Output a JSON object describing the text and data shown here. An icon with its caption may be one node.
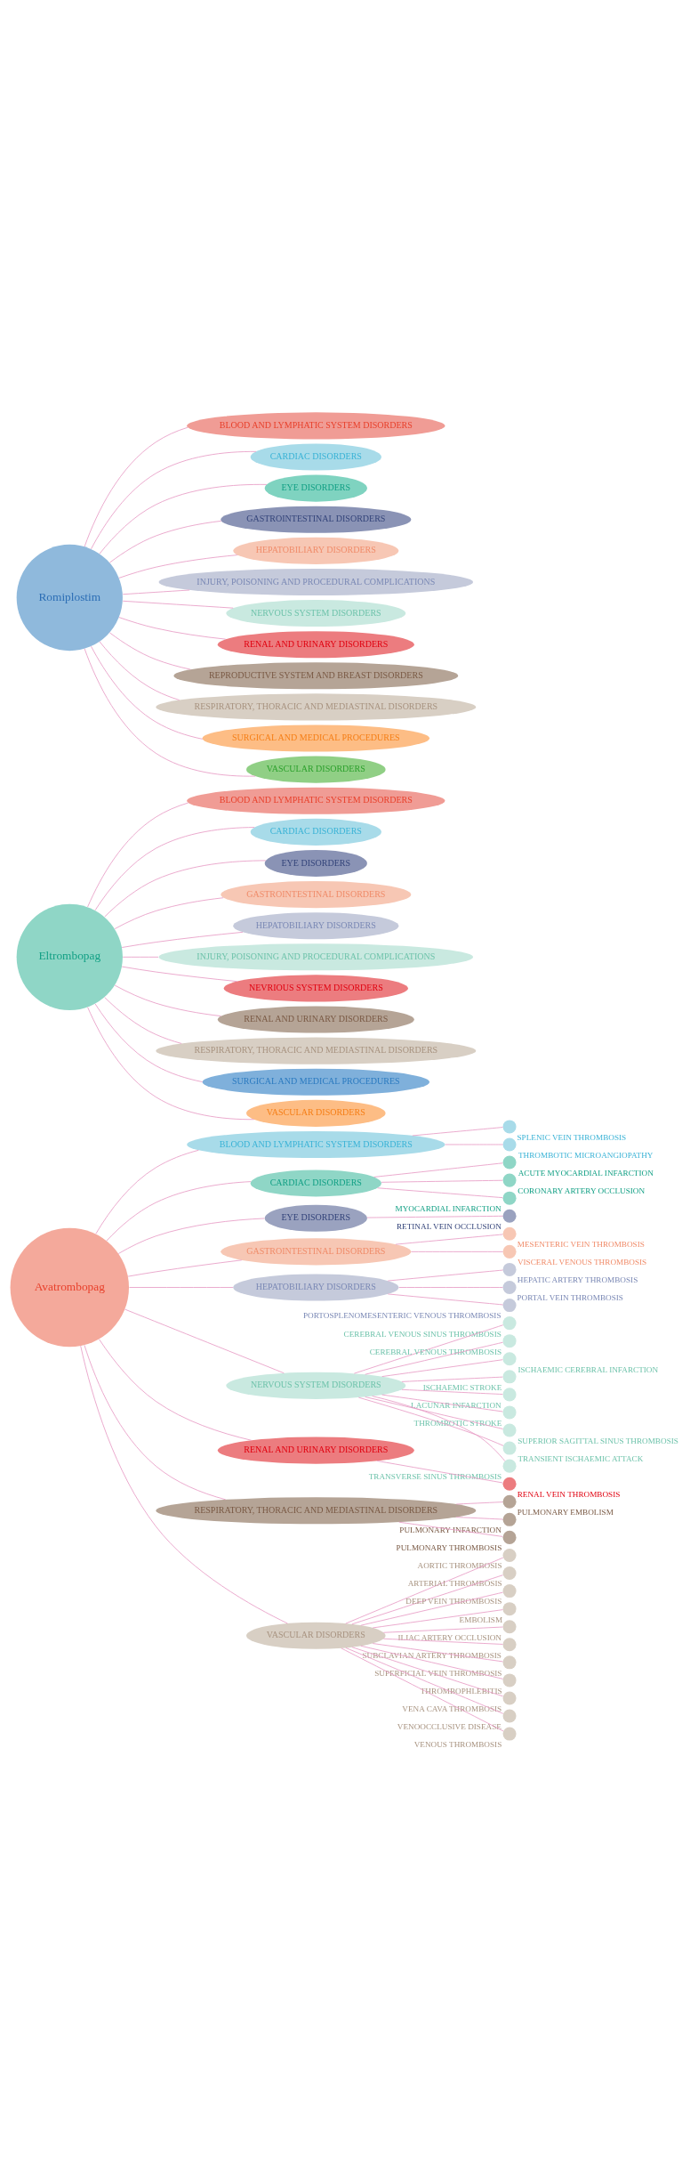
{
  "diagram": {
    "nodes": [
      {
        "text": [
          "Avatrombopag"
        ]
      },
      {
        "text": [
          "BLOOD AND LYMPHATIC SYSTEM DISORDERS"
        ]
      },
      {
        "text": [
          "CARDIAC DISORDERS"
        ]
      },
      {
        "text": [
          "EYE DISORDERS"
        ]
      },
      {
        "text": [
          "GASTROINTESTINAL DISORDERS"
        ]
      },
      {
        "text": [
          "HEPATOBILIARY DISORDERS"
        ]
      },
      {
        "text": [
          "NERVOUS SYSTEM DISORDERS"
        ]
      },
      {
        "text": [
          "RENAL AND URINARY DISORDERS"
        ]
      },
      {
        "text": [
          "RESPIRATORY, THORACIC AND MEDIASTINAL DISORDERS"
        ]
      },
      {
        "text": [
          "VASCULAR DISORDERS"
        ]
      },
      {
        "text": [],
        "shape": "circle",
        "beside": [
          "SPLENIC VEIN THROMBOSIS"
        ]
      },
      {
        "text": [],
        "shape": "circle",
        "beside": [
          "THROMBOTIC MICROANGIOPATHY"
        ]
      },
      {
        "text": [],
        "shape": "circle",
        "beside": [
          "ACUTE MYOCARDIAL INFARCTION"
        ]
      },
      {
        "text": [],
        "shape": "circle",
        "beside": [
          "CORONARY ARTERY OCCLUSION"
        ]
      },
      {
        "text": [],
        "shape": "circle",
        "beside": [
          "MYOCARDIAL INFARCTION"
        ]
      },
      {
        "text": [],
        "shape": "circle",
        "beside": [
          "RETINAL VEIN OCCLUSION"
        ]
      },
      {
        "text": [],
        "shape": "circle",
        "beside": [
          "MESENTERIC VEIN THROMBOSIS"
        ]
      },
      {
        "text": [],
        "shape": "circle",
        "beside": [
          "VISCERAL VENOUS THROMBOSIS"
        ]
      },
      {
        "text": [],
        "shape": "circle",
        "beside": [
          "HEPATIC ARTERY THROMBOSIS"
        ]
      },
      {
        "text": [],
        "shape": "circle",
        "beside": [
          "PORTAL VEIN THROMBOSIS"
        ]
      },
      {
        "text": [],
        "shape": "circle",
        "beside": [
          "PORTOSPLENOMESENTERIC VENOUS THROMBOSIS"
        ]
      },
      {
        "text": [],
        "shape": "circle",
        "beside": [
          "CEREBRAL VENOUS SINUS THROMBOSIS"
        ]
      },
      {
        "text": [],
        "shape": "circle",
        "beside": [
          "CEREBRAL VENOUS THROMBOSIS"
        ]
      },
      {
        "text": [],
        "shape": "circle",
        "beside": [
          "ISCHAEMIC CEREBRAL INFARCTION"
        ]
      },
      {
        "text": [],
        "shape": "circle",
        "beside": [
          "ISCHAEMIC STROKE"
        ]
      },
      {
        "text": [],
        "shape": "circle",
        "beside": [
          "LACUNAR INFARCTION"
        ]
      },
      {
        "text": [],
        "shape": "circle",
        "beside": [
          "THROMBOTIC STROKE"
        ]
      },
      {
        "text": [],
        "shape": "circle",
        "beside": [
          "SUPERIOR SAGITTAL SINUS THROMBOSIS"
        ]
      },
      {
        "text": [],
        "shape": "circle",
        "beside": [
          "TRANSIENT ISCHAEMIC ATTACK"
        ]
      },
      {
        "text": [],
        "shape": "circle",
        "beside": [
          "TRANSVERSE SINUS THROMBOSIS"
        ]
      },
      {
        "text": [],
        "shape": "circle",
        "beside": [
          "RENAL VEIN THROMBOSIS"
        ]
      },
      {
        "text": [],
        "shape": "circle",
        "beside": [
          "PULMONARY EMBOLISM"
        ]
      },
      {
        "text": [],
        "shape": "circle",
        "beside": [
          "PULMONARY INFARCTION"
        ]
      },
      {
        "text": [],
        "shape": "circle",
        "beside": [
          "PULMONARY THROMBOSIS"
        ]
      },
      {
        "text": [],
        "shape": "circle",
        "beside": [
          "AORTIC THROMBOSIS"
        ]
      },
      {
        "text": [],
        "shape": "circle",
        "beside": [
          "ARTERIAL THROMBOSIS"
        ]
      },
      {
        "text": [],
        "shape": "circle",
        "beside": [
          "DEEP VEIN THROMBOSIS"
        ]
      },
      {
        "text": [],
        "shape": "circle",
        "beside": [
          "EMBOLISM"
        ]
      },
      {
        "text": [],
        "shape": "circle",
        "beside": [
          "ILIAC ARTERY OCCLUSION"
        ]
      },
      {
        "text": [],
        "shape": "circle",
        "beside": [
          "SUBCLAVIAN ARTERY THROMBOSIS"
        ]
      },
      {
        "text": [],
        "shape": "circle",
        "beside": [
          "SUPERFICIAL VEIN THROMBOSIS"
        ]
      },
      {
        "text": [],
        "shape": "circle",
        "beside": [
          "THROMBOPHLEBITIS"
        ]
      },
      {
        "text": [],
        "shape": "circle",
        "beside": [
          "VENA CAVA THROMBOSIS"
        ]
      },
      {
        "text": [],
        "shape": "circle",
        "beside": [
          "VENOOCCLUSIVE DISEASE"
        ]
      },
      {
        "text": [],
        "shape": "circle",
        "beside": [
          "VENOUS THROMBOSIS"
        ]
      },
      {
        "text": [
          "Eltrombopag"
        ]
      },
      {
        "text": [
          "BLOOD AND LYMPHATIC SYSTEM DISORDERS"
        ]
      },
      {
        "text": [
          "CARDIAC DISORDERS"
        ]
      },
      {
        "text": [
          "EYE DISORDERS"
        ]
      },
      {
        "text": [
          "GASTROINTESTINAL DISORDERS"
        ]
      },
      {
        "text": [
          "HEPATOBILIARY DISORDERS"
        ]
      },
      {
        "text": [
          "INJURY, POISONING AND PROCEDURAL COMPLICATIONS"
        ]
      },
      {
        "text": [
          "NEVRIOUS SYSTEM DISORDERS"
        ]
      },
      {
        "text": [
          "RENAL AND URINARY DISORDERS"
        ]
      },
      {
        "text": [
          "RESPIRATORY, THORACIC AND MEDIASTINAL DISORDERS"
        ]
      },
      {
        "text": [
          "SURGICAL AND MEDICAL PROCEDURES"
        ]
      },
      {
        "text": [
          "VASCULAR DISORDERS"
        ]
      },
      {
        "text": [
          "Romiplostim"
        ]
      },
      {
        "text": [
          "BLOOD AND LYMPHATIC SYSTEM DISORDERS"
        ]
      },
      {
        "text": [
          "CARDIAC DISORDERS"
        ]
      },
      {
        "text": [
          "EYE DISORDERS"
        ]
      },
      {
        "text": [
          "GASTROINTESTINAL DISORDERS"
        ]
      },
      {
        "text": [
          "HEPATOBILIARY DISORDERS"
        ]
      },
      {
        "text": [
          "INJURY, POISONING AND PROCEDURAL COMPLICATIONS"
        ]
      },
      {
        "text": [
          "NERVOUS SYSTEM DISORDERS"
        ]
      },
      {
        "text": [
          "RENAL AND URINARY DISORDERS"
        ]
      },
      {
        "text": [
          "REPRODUCTIVE SYSTEM AND BREAST DISORDERS"
        ]
      },
      {
        "text": [
          "RESPIRATORY, THORACIC AND MEDIASTINAL DISORDERS"
        ]
      },
      {
        "text": [
          "SURGICAL AND MEDICAL PROCEDURES"
        ]
      },
      {
        "text": [
          "VASCULAR DISORDERS"
        ]
      }
    ],
    "edges": [
      {
        "from": 0,
        "to": 1,
        "arrow": "none"
      },
      {
        "from": 0,
        "to": 2,
        "arrow": "none"
      },
      {
        "from": 0,
        "to": 3,
        "arrow": "none"
      },
      {
        "from": 0,
        "to": 4,
        "arrow": "none"
      },
      {
        "from": 0,
        "to": 5,
        "arrow": "none"
      },
      {
        "from": 0,
        "to": 6,
        "arrow": "none"
      },
      {
        "from": 0,
        "to": 7,
        "arrow": "none"
      },
      {
        "from": 0,
        "to": 8,
        "arrow": "none"
      },
      {
        "from": 0,
        "to": 9,
        "arrow": "none"
      },
      {
        "from": 1,
        "to": 10,
        "arrow": "none"
      },
      {
        "from": 1,
        "to": 11,
        "arrow": "none"
      },
      {
        "from": 2,
        "to": 12,
        "arrow": "none"
      },
      {
        "from": 2,
        "to": 13,
        "arrow": "none"
      },
      {
        "from": 2,
        "to": 14,
        "arrow": "none"
      },
      {
        "from": 3,
        "to": 15,
        "arrow": "none"
      },
      {
        "from": 4,
        "to": 16,
        "arrow": "none"
      },
      {
        "from": 4,
        "to": 17,
        "arrow": "none"
      },
      {
        "from": 5,
        "to": 18,
        "arrow": "none"
      },
      {
        "from": 5,
        "to": 19,
        "arrow": "none"
      },
      {
        "from": 5,
        "to": 20,
        "arrow": "none"
      },
      {
        "from": 6,
        "to": 21,
        "arrow": "none"
      },
      {
        "from": 6,
        "to": 22,
        "arrow": "none"
      },
      {
        "from": 6,
        "to": 23,
        "arrow": "none"
      },
      {
        "from": 6,
        "to": 24,
        "arrow": "none"
      },
      {
        "from": 6,
        "to": 25,
        "arrow": "none"
      },
      {
        "from": 6,
        "to": 26,
        "arrow": "none"
      },
      {
        "from": 6,
        "to": 27,
        "arrow": "none"
      },
      {
        "from": 6,
        "to": 28,
        "arrow": "none"
      },
      {
        "from": 6,
        "to": 29,
        "arrow": "none"
      },
      {
        "from": 7,
        "to": 30,
        "arrow": "none"
      },
      {
        "from": 8,
        "to": 31,
        "arrow": "none"
      },
      {
        "from": 8,
        "to": 32,
        "arrow": "none"
      },
      {
        "from": 8,
        "to": 33,
        "arrow": "none"
      },
      {
        "from": 9,
        "to": 34,
        "arrow": "none"
      },
      {
        "from": 9,
        "to": 35,
        "arrow": "none"
      },
      {
        "from": 9,
        "to": 36,
        "arrow": "none"
      },
      {
        "from": 9,
        "to": 37,
        "arrow": "none"
      },
      {
        "from": 9,
        "to": 38,
        "arrow": "none"
      },
      {
        "from": 9,
        "to": 39,
        "arrow": "none"
      },
      {
        "from": 9,
        "to": 40,
        "arrow": "none"
      },
      {
        "from": 9,
        "to": 41,
        "arrow": "none"
      },
      {
        "from": 9,
        "to": 42,
        "arrow": "none"
      },
      {
        "from": 9,
        "to": 43,
        "arrow": "none"
      },
      {
        "from": 9,
        "to": 44,
        "arrow": "none"
      },
      {
        "from": 45,
        "to": 46,
        "arrow": "none"
      },
      {
        "from": 45,
        "to": 47,
        "arrow": "none"
      },
      {
        "from": 45,
        "to": 48,
        "arrow": "none"
      },
      {
        "from": 45,
        "to": 49,
        "arrow": "none"
      },
      {
        "from": 45,
        "to": 50,
        "arrow": "none"
      },
      {
        "from": 45,
        "to": 51,
        "arrow": "none"
      },
      {
        "from": 45,
        "to": 52,
        "arrow": "none"
      },
      {
        "from": 45,
        "to": 53,
        "arrow": "none"
      },
      {
        "from": 45,
        "to": 54,
        "arrow": "none"
      },
      {
        "from": 45,
        "to": 55,
        "arrow": "none"
      },
      {
        "from": 45,
        "to": 56,
        "arrow": "none"
      },
      {
        "from": 57,
        "to": 58,
        "arrow": "none"
      },
      {
        "from": 57,
        "to": 59,
        "arrow": "none"
      },
      {
        "from": 57,
        "to": 60,
        "arrow": "none"
      },
      {
        "from": 57,
        "to": 61,
        "arrow": "none"
      },
      {
        "from": 57,
        "to": 62,
        "arrow": "none"
      },
      {
        "from": 57,
        "to": 63,
        "arrow": "none"
      },
      {
        "from": 57,
        "to": 64,
        "arrow": "none"
      },
      {
        "from": 57,
        "to": 65,
        "arrow": "none"
      },
      {
        "from": 57,
        "to": 66,
        "arrow": "none"
      },
      {
        "from": 57,
        "to": 67,
        "arrow": "none"
      },
      {
        "from": 57,
        "to": 68,
        "arrow": "none"
      },
      {
        "from": 57,
        "to": 69,
        "arrow": "none"
      }
    ]
  }
}
